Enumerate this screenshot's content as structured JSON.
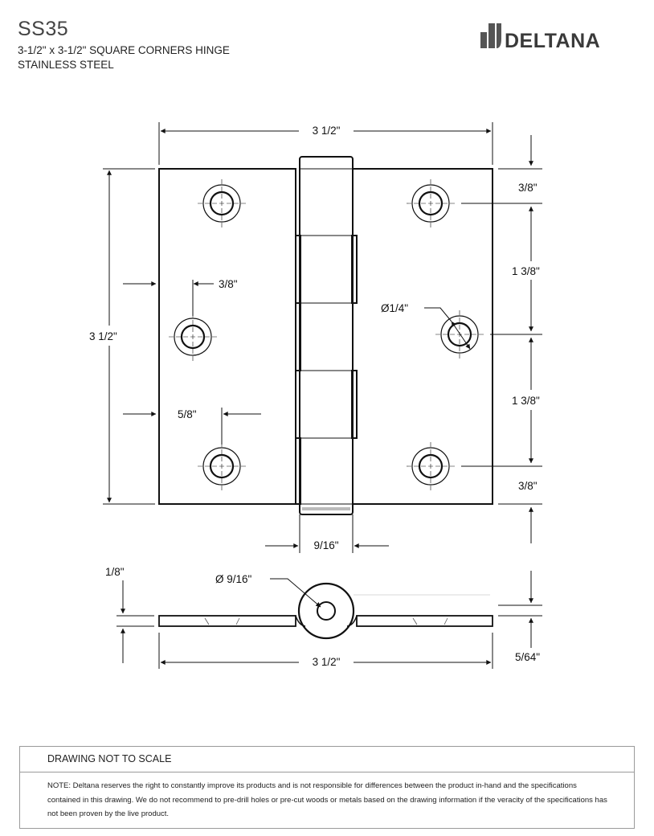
{
  "header": {
    "model": "SS35",
    "line1": "3-1/2\" x 3-1/2\" SQUARE CORNERS HINGE",
    "line2": "STAINLESS STEEL"
  },
  "logo": {
    "text": "DELTANA",
    "color": "#555555"
  },
  "dimensions": {
    "top_width": "3 1/2\"",
    "top_margin": "3/8\"",
    "hole_spacing_upper": "1 3/8\"",
    "hole_spacing_lower": "1 3/8\"",
    "bottom_margin": "3/8\"",
    "overall_height": "3 1/2\"",
    "inner_offset_upper": "3/8\"",
    "inner_offset_lower": "5/8\"",
    "hole_diameter": "Ø1/4\"",
    "knuckle_width": "9/16\"",
    "leaf_thickness_label": "1/8\"",
    "pin_diameter": "Ø 9/16\"",
    "bottom_width": "3 1/2\"",
    "side_thickness": "5/64\""
  },
  "note": {
    "title": "DRAWING NOT TO SCALE",
    "body": "NOTE: Deltana reserves the right to constantly improve its products and is not responsible for differences between the product in-hand and the specifications contained in this drawing. We do not recommend to pre-drill holes or pre-cut woods or metals based on the drawing information if the veracity of the specifications has not been proven by the live product."
  }
}
